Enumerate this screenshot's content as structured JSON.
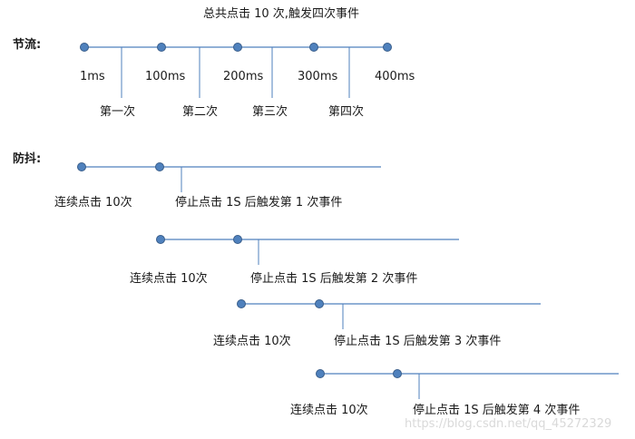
{
  "title": "总共点击 10 次,触发四次事件",
  "throttle": {
    "label": "节流:",
    "times": [
      "1ms",
      "100ms",
      "200ms",
      "300ms",
      "400ms"
    ],
    "triggers": [
      "第一次",
      "第二次",
      "第三次",
      "第四次"
    ]
  },
  "debounce": {
    "label": "防抖:",
    "rows": [
      {
        "clicks": "连续点击 10次",
        "trigger": "停止点击 1S 后触发第 1 次事件"
      },
      {
        "clicks": "连续点击 10次",
        "trigger": "停止点击 1S 后触发第 2 次事件"
      },
      {
        "clicks": "连续点击 10次",
        "trigger": "停止点击 1S 后触发第 3 次事件"
      },
      {
        "clicks": "连续点击 10次",
        "trigger": "停止点击 1S 后触发第 4 次事件"
      }
    ]
  },
  "watermark": "https://blog.csdn.net/qq_45272329",
  "colors": {
    "line": "#4f81bd",
    "dot": "#4f81bd",
    "dot_border": "#385d8a"
  }
}
